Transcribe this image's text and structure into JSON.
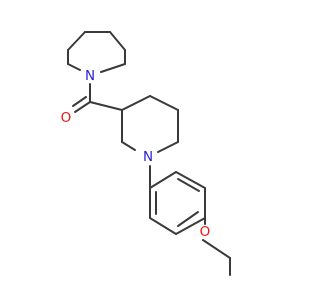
{
  "molecule": {
    "atom_labels": {
      "piperidine_n": "N",
      "ring_n": "N",
      "carbonyl_o": "O",
      "ether_o": "O"
    },
    "colors": {
      "bond": "#3a3a3a",
      "nitrogen": "#2b1fd6",
      "oxygen": "#e8160e",
      "background": "#ffffff"
    }
  }
}
